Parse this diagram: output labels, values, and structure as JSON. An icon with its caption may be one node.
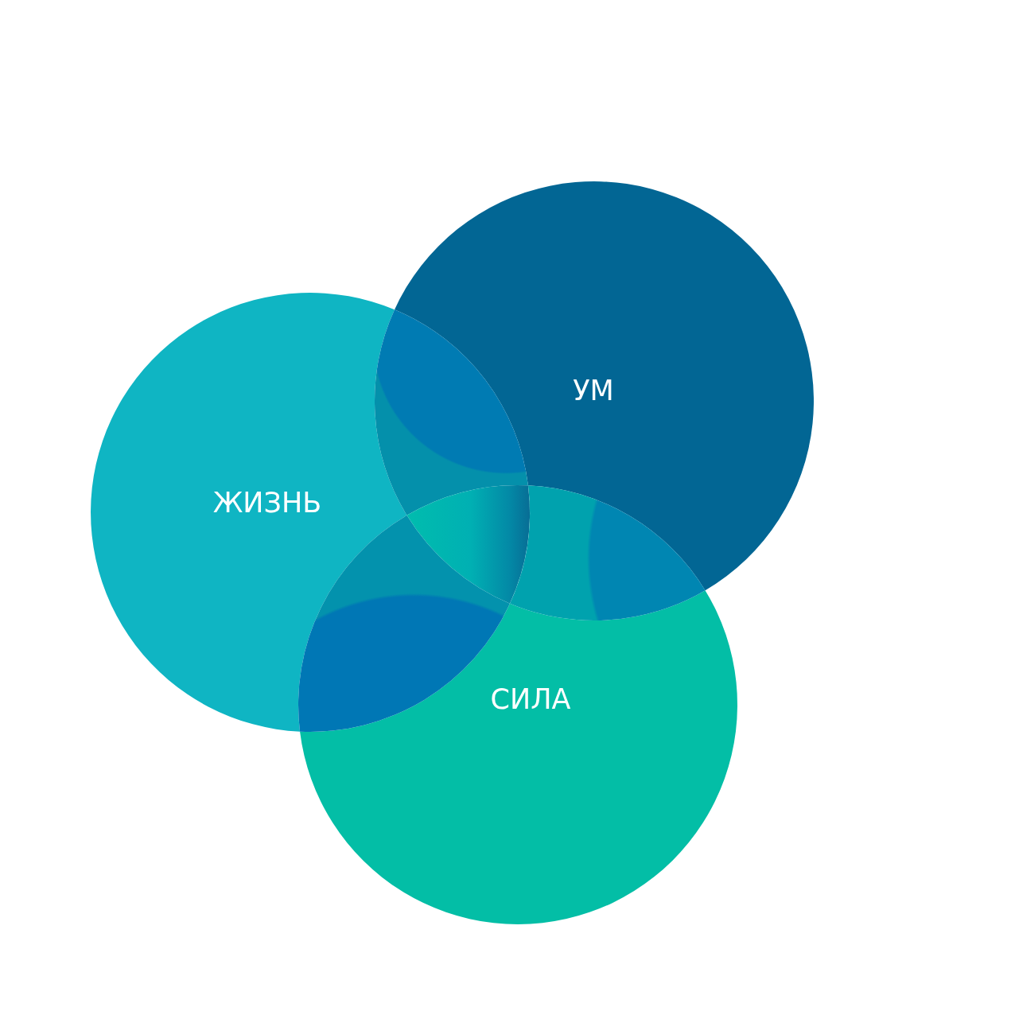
{
  "diagram": {
    "nodes": [
      {
        "text": [
          "ЖИЗНЬ"
        ]
      },
      {
        "text": [
          "УМ"
        ]
      },
      {
        "text": [
          "СИЛА"
        ]
      },
      {
        "text": [],
        "shape": "lens"
      },
      {
        "text": [],
        "shape": "triangle"
      },
      {
        "text": [],
        "shape": "lens"
      },
      {
        "text": [],
        "shape": "lens"
      }
    ]
  }
}
